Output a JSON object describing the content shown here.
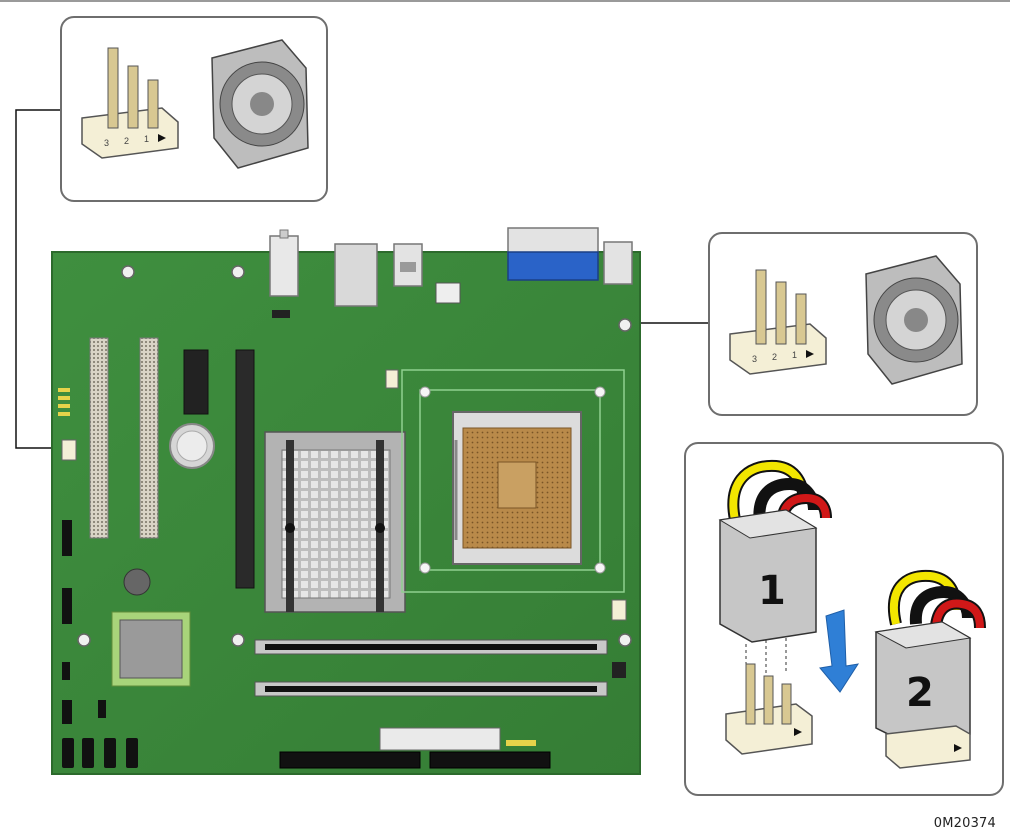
{
  "figure": {
    "id_label": "0M20374"
  },
  "header_pins": {
    "pin_labels": [
      "1",
      "2",
      "3"
    ]
  },
  "connector_keys": {
    "step_one": "1",
    "step_two": "2"
  },
  "colors": {
    "board": "#3c8a3c",
    "board_edge": "#2c6a2c",
    "vga_blue": "#2a63c8",
    "arrow_blue": "#2f7fd6",
    "wire_yellow": "#f2e600",
    "wire_black": "#111111",
    "wire_red": "#d01818",
    "header_plastic": "#f4efd6",
    "pin_gold": "#d8c892",
    "socket_brown": "#b98a4a"
  },
  "icons": [
    "fan-icon",
    "fan-header-icon",
    "cable-connector-icon",
    "down-arrow-icon"
  ]
}
